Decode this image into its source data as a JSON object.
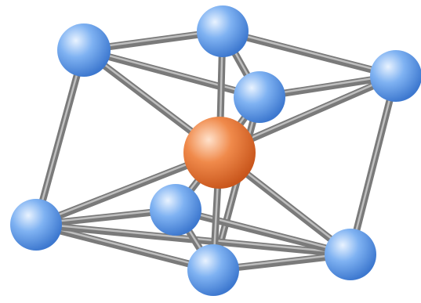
{
  "diagram": {
    "caption": "",
    "atom_colors": {
      "corner_atom": "#7fb2f2",
      "corner_atom_highlight": "#e9f3ff",
      "corner_atom_shadow": "#3d78cf",
      "center_atom": "#f08a4b",
      "center_atom_highlight": "#ffe2cc",
      "center_atom_shadow": "#c9561c",
      "bond": "#7a7a7a",
      "bond_highlight": "#cfcfcf"
    },
    "atoms": [
      {
        "id": "a1",
        "kind": "corner",
        "name": "top-left-back"
      },
      {
        "id": "a2",
        "kind": "corner",
        "name": "top-middle-back"
      },
      {
        "id": "a3",
        "kind": "corner",
        "name": "top-right"
      },
      {
        "id": "a4",
        "kind": "corner",
        "name": "top-center-front"
      },
      {
        "id": "a5",
        "kind": "corner",
        "name": "bottom-left"
      },
      {
        "id": "a6",
        "kind": "corner",
        "name": "bottom-middle-back"
      },
      {
        "id": "a7",
        "kind": "corner",
        "name": "bottom-center-front"
      },
      {
        "id": "a8",
        "kind": "corner",
        "name": "bottom-right"
      },
      {
        "id": "c",
        "kind": "center",
        "name": "center"
      }
    ],
    "bonds": [
      [
        "a1",
        "a2"
      ],
      [
        "a1",
        "a4"
      ],
      [
        "a1",
        "a5"
      ],
      [
        "a1",
        "c"
      ],
      [
        "a2",
        "a3"
      ],
      [
        "a2",
        "c"
      ],
      [
        "a2",
        "a4"
      ],
      [
        "a3",
        "a4"
      ],
      [
        "a3",
        "a8"
      ],
      [
        "a3",
        "c"
      ],
      [
        "a4",
        "c"
      ],
      [
        "a4",
        "a7"
      ],
      [
        "a5",
        "a6"
      ],
      [
        "a5",
        "a7"
      ],
      [
        "a5",
        "c"
      ],
      [
        "a5",
        "a8"
      ],
      [
        "a6",
        "a8"
      ],
      [
        "a6",
        "c"
      ],
      [
        "a6",
        "a7"
      ],
      [
        "a7",
        "a8"
      ],
      [
        "a7",
        "c"
      ],
      [
        "a8",
        "c"
      ]
    ]
  }
}
